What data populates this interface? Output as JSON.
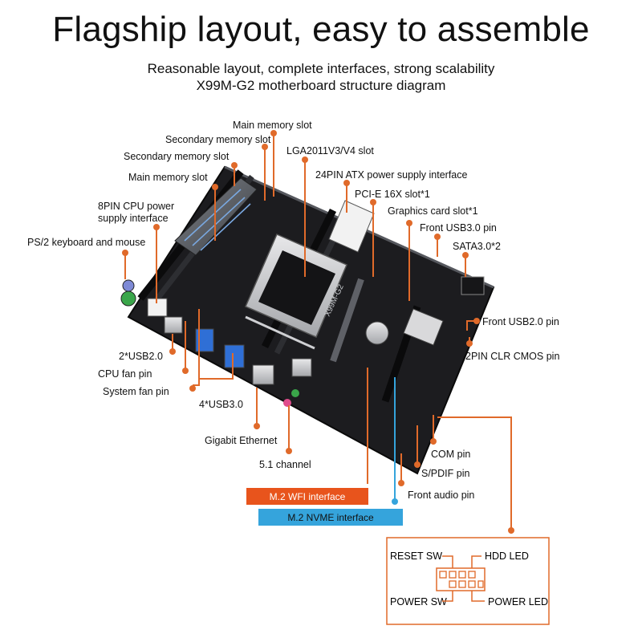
{
  "header": {
    "title": "Flagship layout, easy to assemble",
    "subtitle_line1": "Reasonable layout, complete interfaces, strong scalability",
    "subtitle_line2": "X99M-G2 motherboard structure diagram"
  },
  "board": {
    "silkscreen": "X99M-G2"
  },
  "callouts": {
    "main_memory_top": "Main memory slot",
    "secondary_memory_1": "Secondary memory slot",
    "lga_slot": "LGA2011V3/V4 slot",
    "secondary_memory_2": "Secondary memory slot",
    "atx_power": "24PIN ATX power supply interface",
    "main_memory_left": "Main memory slot",
    "pcie": "PCI-E 16X slot*1",
    "cpu_power_line1": "8PIN CPU power",
    "cpu_power_line2": "supply interface",
    "graphics_card": "Graphics card slot*1",
    "front_usb3": "Front USB3.0 pin",
    "ps2": "PS/2 keyboard and mouse",
    "sata": "SATA3.0*2",
    "front_usb2": "Front USB2.0 pin",
    "usb2": "2*USB2.0",
    "clr_cmos": "2PIN CLR CMOS pin",
    "cpu_fan": "CPU fan pin",
    "system_fan": "System fan pin",
    "usb3": "4*USB3.0",
    "ethernet": "Gigabit Ethernet",
    "com": "COM pin",
    "channel": "5.1 channel",
    "spdif": "S/PDIF pin",
    "front_audio": "Front audio pin",
    "m2_wifi": "M.2 WFI interface",
    "m2_nvme": "M.2 NVME interface"
  },
  "panel_header": {
    "reset_sw": "RESET SW",
    "hdd_led": "HDD  LED",
    "power_sw": "POWER SW",
    "power_led": "POWER LED"
  },
  "colors": {
    "leader": "#e06a2a",
    "wifi_bar": "#e8541c",
    "nvme_bar": "#35a4dc",
    "board": "#1c1c1f"
  }
}
